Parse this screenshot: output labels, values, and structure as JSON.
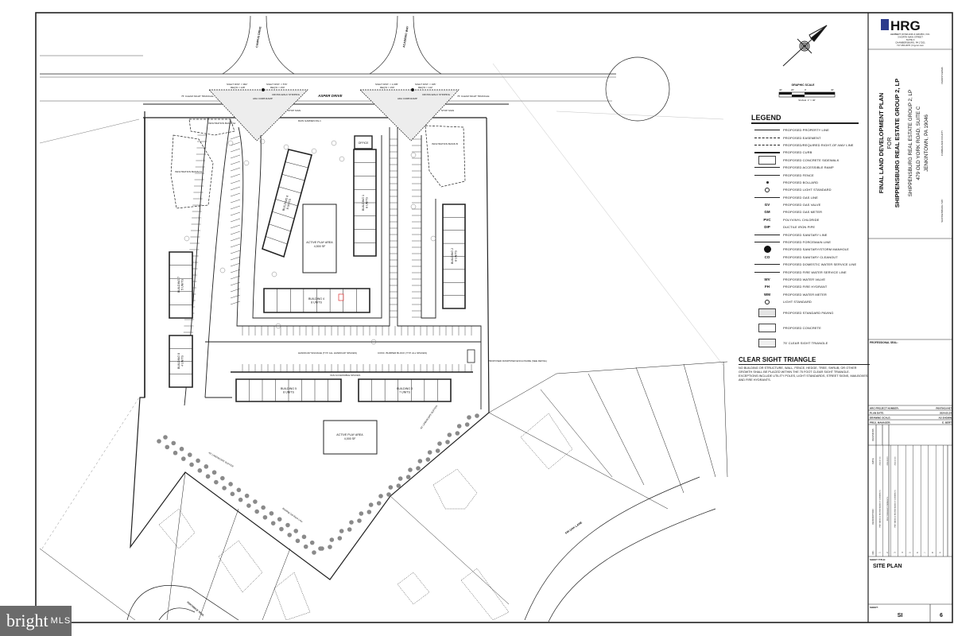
{
  "plan": {
    "streets": {
      "asper": "ASPER DRIVE",
      "campus": "CAMPUS DRIVE",
      "academic": "ACADEMIC WAY",
      "fir_oak": "FIR OAK LANE",
      "partridge": "PARTRIDGE TRAIL"
    },
    "sight_distances": [
      {
        "line1": "SIGHT DIST. = 962'",
        "line2": "REQ'D = 128'"
      },
      {
        "line1": "SIGHT DIST. = 570'",
        "line2": "REQ'D = 150'"
      },
      {
        "line1": "SIGHT DIST. = 1,005'",
        "line2": "REQ'D = 150'"
      },
      {
        "line1": "SIGHT DIST. = 345'",
        "line2": "REQ'D = 142'"
      }
    ],
    "notes": {
      "clear_sight_left": "75' CLEAR SIGHT TRIANGLE",
      "clear_sight_right": "75' CLEAR SIGHT TRIANGLE",
      "ada_ramp": "ADA CURB RAMP",
      "crosswalk": "CROSS-WALK STRIPING",
      "stop_sign": "STOP SIGN",
      "rain_garden": "RAIN GARDEN RG-1",
      "handicap_signage": "HANDICAP SIGNAGE (TYP. ALL HANDICAP SPACES)",
      "bumper_block": "CONC. BUMPER BLOCK (TYP. ALL SPACES)",
      "van_spaces": "VAN ACCESSIBLE SPACES",
      "dumpster": "PROPOSED DUMPSTER ENCLOSURE (SEE DETAIL)",
      "landscape_buffer": "40' LANDSCAPE BUFFER",
      "setback": "Building Set-Back Line",
      "office": "OFFICE"
    },
    "basins": {
      "a1": "INFILTRATION BASIN A1",
      "a2": "INFILTRATION BASIN A2",
      "b": "INFILTRATION BASIN B"
    },
    "play_areas": [
      {
        "name": "ACTIVE PLAY AREA",
        "size": "4,500 SF"
      },
      {
        "name": "ACTIVE PLAY AREA",
        "size": "4,000 SF"
      }
    ],
    "buildings": [
      {
        "name": "BUILDING 1",
        "units": "8 UNITS"
      },
      {
        "name": "BUILDING 2",
        "units": "8 UNITS"
      },
      {
        "name": "BUILDING 3",
        "units": "7 UNITS"
      },
      {
        "name": "BUILDING 4",
        "units": "8 UNITS"
      },
      {
        "name": "BUILDING 5",
        "units": "8 UNITS"
      },
      {
        "name": "BUILDING 6",
        "units": "8 UNITS"
      },
      {
        "name": "BUILDING 7",
        "units": "5 UNITS"
      },
      {
        "name": "BUILDING 8",
        "units": "4 UNITS"
      }
    ]
  },
  "graphic_scale": {
    "title": "GRAPHIC SCALE",
    "ticks": [
      "40'",
      "20'",
      "0'",
      "40'"
    ],
    "scale": "SCALE: 1\" = 40'"
  },
  "legend": {
    "title": "LEGEND",
    "items": [
      {
        "symbol": "line",
        "label": "PROPOSED PROPERTY LINE"
      },
      {
        "symbol": "dash",
        "label": "PROPOSED EASEMENT"
      },
      {
        "symbol": "dash",
        "label": "PROPOSED/REQUIRED RIGHT-OF-WAY LINE"
      },
      {
        "symbol": "thick",
        "label": "PROPOSED CURB"
      },
      {
        "symbol": "sw",
        "label": "PROPOSED CONCRETE SIDEWALK"
      },
      {
        "symbol": "line",
        "label": "PROPOSED ACCESSIBLE RAMP"
      },
      {
        "symbol": "line",
        "label": "PROPOSED FENCE"
      },
      {
        "symbol": "dot",
        "label": "PROPOSED BOLLARD"
      },
      {
        "symbol": "ring",
        "label": "PROPOSED LIGHT STANDARD"
      },
      {
        "symbol": "line",
        "label": "PROPOSED GAS LINE"
      },
      {
        "symbol": "GV",
        "label": "PROPOSED GAS VALVE"
      },
      {
        "symbol": "GM",
        "label": "PROPOSED GAS METER"
      },
      {
        "symbol": "PVC",
        "label": "POLYVINYL CHLORIDE"
      },
      {
        "symbol": "DIP",
        "label": "DUCTILE IRON PIPE"
      },
      {
        "symbol": "line",
        "label": "PROPOSED SANITARY LINE"
      },
      {
        "symbol": "line",
        "label": "PROPOSED FORCEMAIN LINE"
      },
      {
        "symbol": "big",
        "label": "PROPOSED SANITARY/STORM MANHOLE"
      },
      {
        "symbol": "CO",
        "label": "PROPOSED SANITARY CLEANOUT"
      },
      {
        "symbol": "line",
        "label": "PROPOSED DOMESTIC WATER SERVICE LINE"
      },
      {
        "symbol": "line",
        "label": "PROPOSED FIRE WATER SERVICE LINE"
      },
      {
        "symbol": "WV",
        "label": "PROPOSED WATER VALVE"
      },
      {
        "symbol": "FH",
        "label": "PROPOSED FIRE HYDRANT"
      },
      {
        "symbol": "WM",
        "label": "PROPOSED WATER METER"
      },
      {
        "symbol": "ring",
        "label": "LIGHT STANDARD"
      }
    ],
    "swatches": [
      {
        "fill": "#e4e4e4",
        "label": "PROPOSED STANDARD PAVING"
      },
      {
        "fill": "#ffffff",
        "label": "PROPOSED CONCRETE"
      },
      {
        "fill": "#efefef",
        "label": "75' CLEAR SIGHT TRIANGLE"
      }
    ]
  },
  "clear_sight_triangle": {
    "title": "CLEAR SIGHT TRIANGLE",
    "text": "No building or structure, wall, fence, hedge, tree, shrub, or other growth shall be placed within the 75 foot clear sight triangle. Exceptions include utility poles, light standards, street signs, mailboxes and fire hydrants."
  },
  "title_block": {
    "logo": "HRG",
    "firm": "HERBERT, ROWLAND & GRUBIC, INC.",
    "address1": "3 NORTH MAIN STREET",
    "address2": "SUITE 3",
    "address3": "CHAMBERSBURG, PA 17201",
    "contact": "717.263.2070 | hrg-inc.com",
    "plan_title1": "FINAL LAND DEVELOPMENT PLAN",
    "plan_title2": "FOR",
    "plan_title3": "SHIPPENSBURG REAL ESTATE GROUP 2, LP",
    "owner1": "SHIPPENSBURG REAL ESTATE GROUP 2, LP",
    "owner2": "479 OLD YORK ROAD, SUITE C",
    "owner3": "JENKINTOWN, PA 19046",
    "township": "SHIPPENSBURG TWP.",
    "county": "CUMBERLAND COUNTY",
    "state": "PENNSYLVANIA",
    "seal_label": "PROFESSIONAL SEAL:",
    "project_number_label": "HRG PROJECT NUMBER:",
    "project_number": "R007563.0427",
    "plan_date_label": "PLAN DATE:",
    "plan_date": "2024.05.24",
    "drawing_scale_label": "DRAWING SCALE:",
    "drawing_scale": "AS SHOWN",
    "manager_label": "PROJ. MANAGER:",
    "manager": "E. BERT",
    "revisions": {
      "title": "REVISIONS",
      "col_no": "NO.",
      "col_date": "DATE",
      "col_desc": "DESCRIPTION",
      "rows": [
        {
          "no": "1",
          "date": "2024.07.16",
          "desc": "PER VARIOUS REVIEW AGENCY COMMENTS"
        },
        {
          "no": "2",
          "date": "2024.08.23",
          "desc": "PER TOWNSHIP COMMENTS"
        },
        {
          "no": "3",
          "date": "2024.10.16",
          "desc": "PER VARIOUS REVIEW AGENCY COMMENTS"
        },
        {
          "no": "4",
          "date": "",
          "desc": ""
        },
        {
          "no": "5",
          "date": "",
          "desc": ""
        },
        {
          "no": "6",
          "date": "",
          "desc": ""
        },
        {
          "no": "7",
          "date": "",
          "desc": ""
        },
        {
          "no": "8",
          "date": "",
          "desc": ""
        },
        {
          "no": "9",
          "date": "",
          "desc": ""
        }
      ]
    },
    "sheet_title_label": "SHEET TITLE:",
    "sheet_title": "SITE PLAN",
    "sheet_label": "SHEET:",
    "sheet_id": "SI",
    "sheet_number": "6"
  },
  "watermark": {
    "brand": "bright",
    "suffix": "MLS"
  }
}
